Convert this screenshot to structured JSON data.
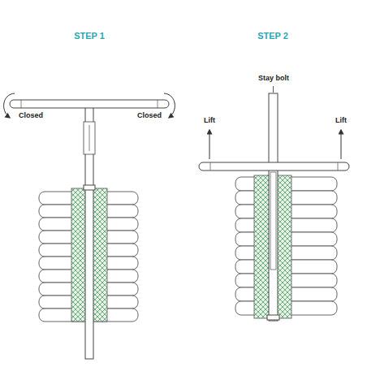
{
  "diagram": {
    "labels": [
      "STEP 1",
      "Closed",
      "Closed",
      "STEP 2",
      "Stay bolt",
      "Lift",
      "Lift"
    ]
  }
}
